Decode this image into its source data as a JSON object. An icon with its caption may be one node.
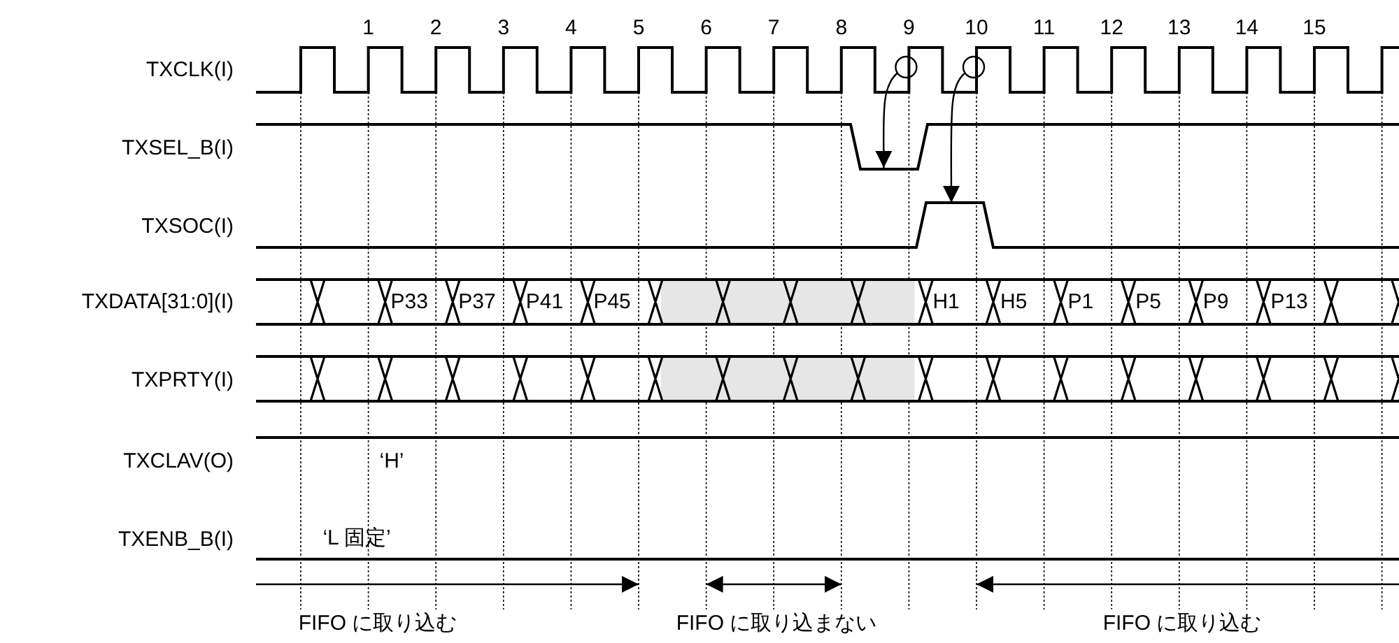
{
  "diagram": {
    "nodes": [
      {
        "text": [],
        "shape": "circle"
      },
      {
        "text": [],
        "shape": "circle"
      }
    ],
    "edges": [
      {
        "from": 0,
        "to": null,
        "arrow": "to"
      },
      {
        "from": 1,
        "to": null,
        "arrow": "to"
      }
    ],
    "labels": [
      "1",
      "2",
      "3",
      "4",
      "5",
      "6",
      "7",
      "8",
      "9",
      "10",
      "11",
      "12",
      "13",
      "14",
      "15",
      "TXCLK(I)",
      "TXSEL_B(I)",
      "TXSOC(I)",
      "TXDATA[31:0](I)",
      "P33",
      "P37",
      "P41",
      "P45",
      "H1",
      "H5",
      "P1",
      "P5",
      "P9",
      "P13",
      "TXPRTY(I)",
      "TXCLAV(O)",
      "‘H’",
      "TXENB_B(I)",
      "‘L 固定’",
      "FIFO に取り込む",
      "FIFO に取り込まない",
      "FIFO に取り込む"
    ]
  }
}
